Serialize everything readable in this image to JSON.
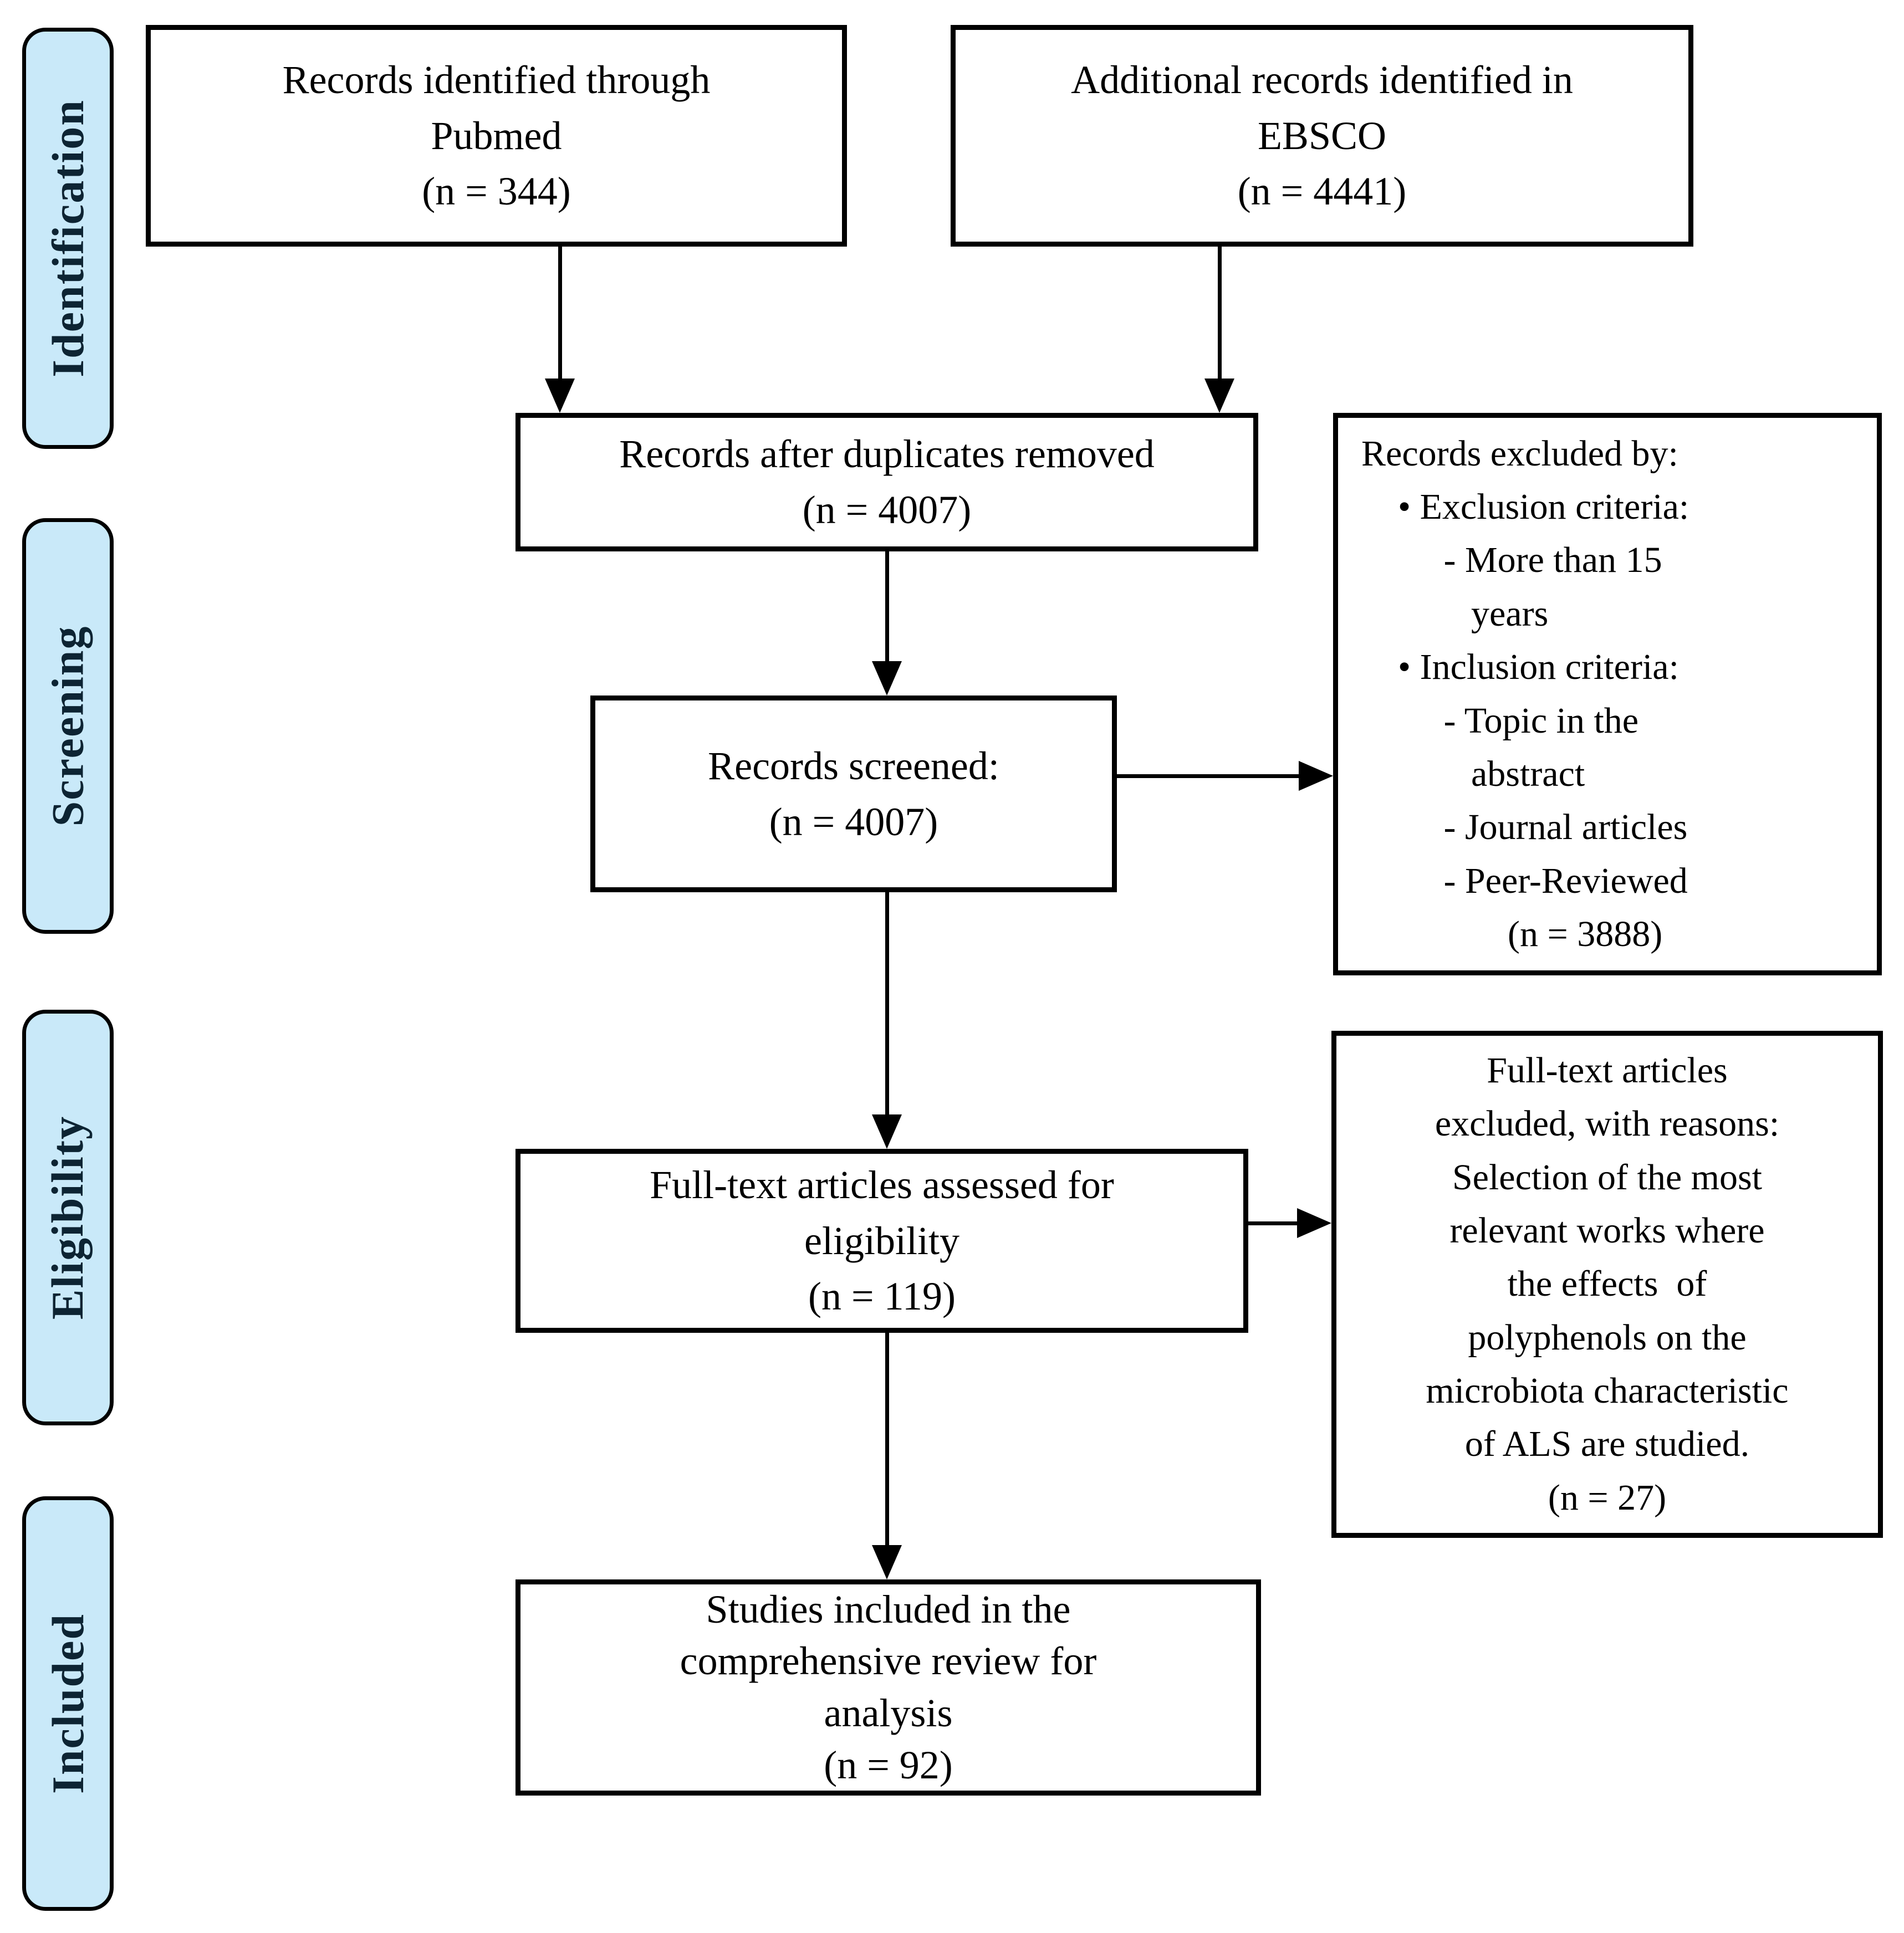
{
  "figure": {
    "kind": "PRISMA flow diagram",
    "colors": {
      "stage_fill": "#C9E9F9",
      "stage_border": "#000000",
      "stage_text": "#0D2433",
      "box_border": "#000000",
      "box_fill": "#FFFFFF",
      "arrow": "#000000",
      "background": "#FFFFFF"
    }
  },
  "stages": [
    {
      "label": "Identification"
    },
    {
      "label": "Screening"
    },
    {
      "label": "Eligibility"
    },
    {
      "label": "Included"
    }
  ],
  "boxes": {
    "pubmed": {
      "text": "Records identified through\nPubmed\n(n = 344)"
    },
    "ebsco": {
      "text": "Additional records identified in\nEBSCO\n(n = 4441)"
    },
    "duplicates_removed": {
      "text": "Records after duplicates removed\n(n = 4007)"
    },
    "screened": {
      "text": "Records screened:\n(n = 4007)"
    },
    "records_excluded": {
      "text": "Records excluded by:\n    • Exclusion criteria:\n         - More than 15\n            years\n    • Inclusion criteria:\n         - Topic in the\n            abstract\n         - Journal articles\n         - Peer-Reviewed\n                (n = 3888)"
    },
    "fulltext_assessed": {
      "text": "Full-text articles assessed for\neligibility\n(n = 119)"
    },
    "fulltext_excluded": {
      "text": "Full-text articles\nexcluded, with reasons:\nSelection of the most\nrelevant works where\nthe effects  of\npolyphenols on the\nmicrobiota characteristic\nof ALS are studied.\n(n = 27)"
    },
    "included_studies": {
      "text": "Studies included in the\ncomprehensive review for\nanalysis\n(n = 92)"
    }
  }
}
